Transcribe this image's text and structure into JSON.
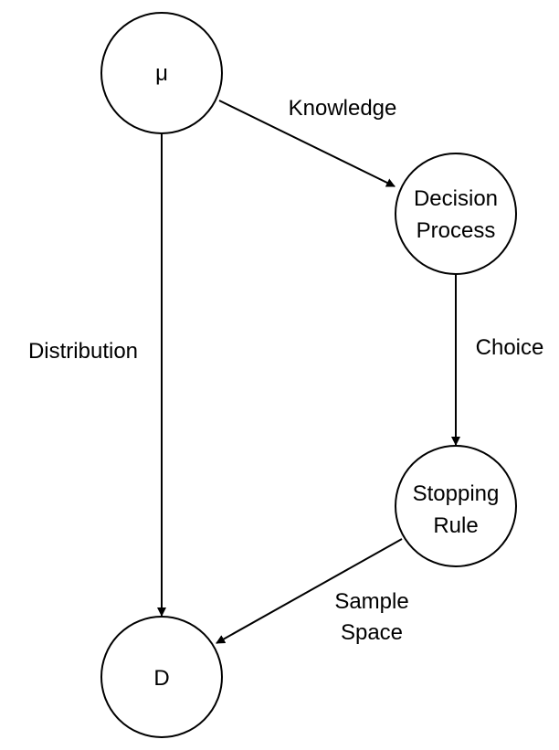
{
  "nodes": {
    "mu": {
      "label": "μ"
    },
    "decision_process": {
      "label_line1": "Decision",
      "label_line2": "Process"
    },
    "stopping_rule": {
      "label_line1": "Stopping",
      "label_line2": "Rule"
    },
    "d": {
      "label": "D"
    }
  },
  "edges": {
    "knowledge": {
      "label": "Knowledge",
      "from": "μ",
      "to": "Decision Process"
    },
    "distribution": {
      "label": "Distribution",
      "from": "μ",
      "to": "D"
    },
    "choice": {
      "label": "Choice",
      "from": "Decision Process",
      "to": "Stopping Rule"
    },
    "sample_space": {
      "label_line1": "Sample",
      "label_line2": "Space",
      "from": "Stopping Rule",
      "to": "D"
    }
  }
}
